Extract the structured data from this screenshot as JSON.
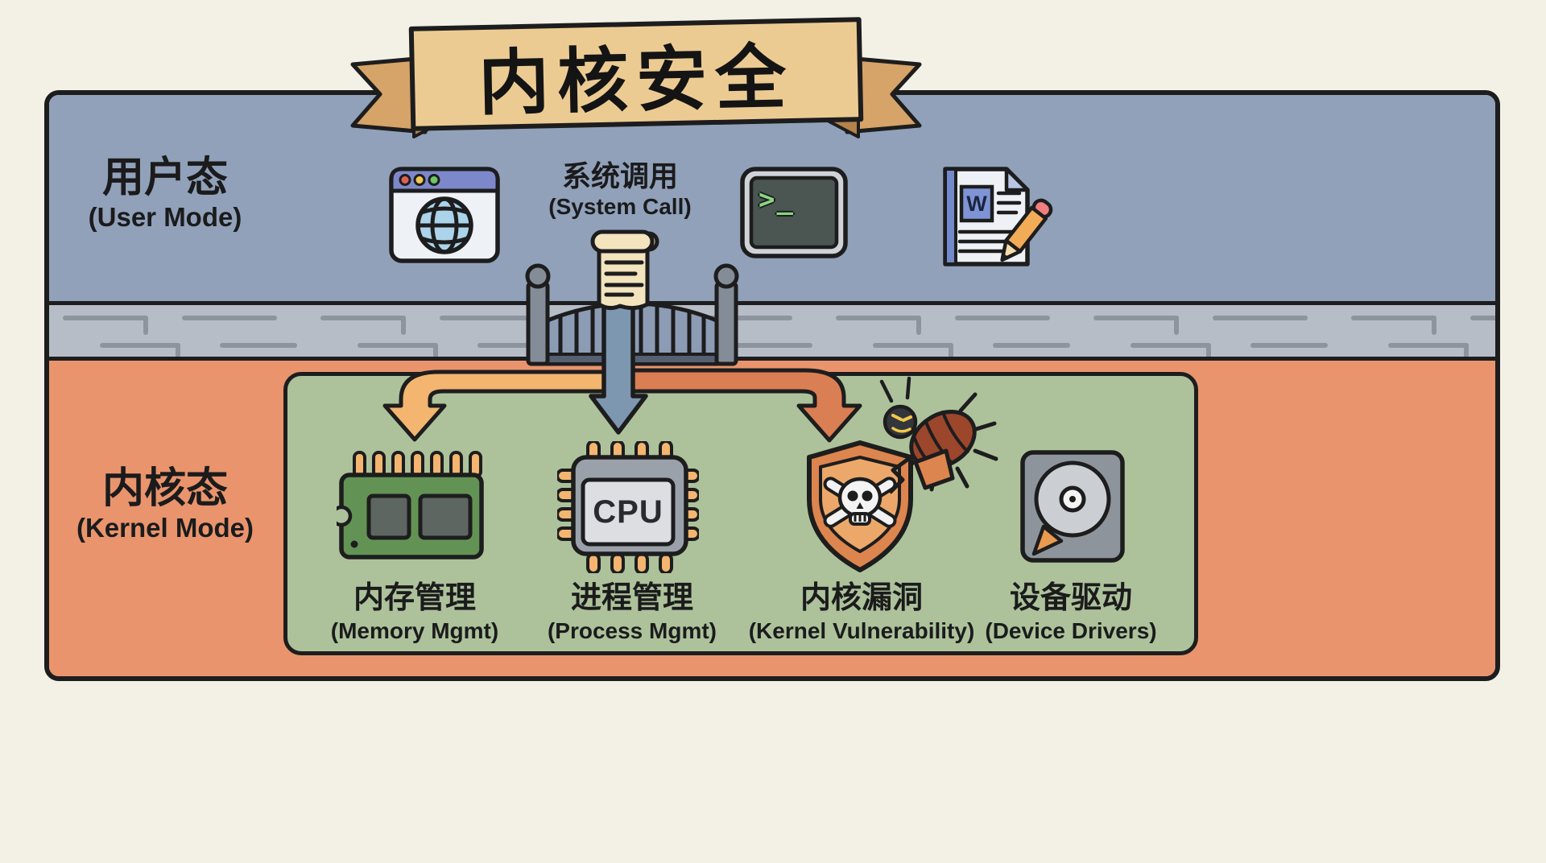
{
  "banner": {
    "title": "内核安全"
  },
  "user_zone": {
    "label_zh": "用户态",
    "label_en": "(User Mode)"
  },
  "system_call": {
    "label_zh": "系统调用",
    "label_en": "(System Call)"
  },
  "kernel_zone": {
    "label_zh": "内核态",
    "label_en": "(Kernel Mode)"
  },
  "terminal": {
    "prompt": ">_"
  },
  "cpu": {
    "chip_text": "CPU"
  },
  "document": {
    "letter": "W"
  },
  "kernel_items": [
    {
      "zh": "内存管理",
      "en": "(Memory Mgmt)"
    },
    {
      "zh": "进程管理",
      "en": "(Process Mgmt)"
    },
    {
      "zh": "内核漏洞",
      "en": "(Kernel Vulnerability)"
    },
    {
      "zh": "设备驱动",
      "en": "(Device Drivers)"
    }
  ],
  "icons": [
    "browser-globe-icon",
    "terminal-icon",
    "document-icon",
    "scroll-icon",
    "gate-icon",
    "brick-wall",
    "ram-icon",
    "cpu-icon",
    "broken-shield-skull-icon",
    "bug-icon",
    "disk-icon"
  ],
  "colors": {
    "background": "#f3f0e6",
    "banner_band": "#eccb93",
    "banner_tail": "#d6a368",
    "user_mode_bg": "#91a1ba",
    "wall_bg": "#b7bdc6",
    "kernel_mode_bg": "#e9946d",
    "inner_panel_bg": "#adc29b",
    "arrow_blue": "#7e97b0",
    "arrow_orange_light": "#f3b56f",
    "arrow_orange_dark": "#da7e53",
    "terminal_green": "#90d285",
    "outline": "#1d1d1e"
  }
}
